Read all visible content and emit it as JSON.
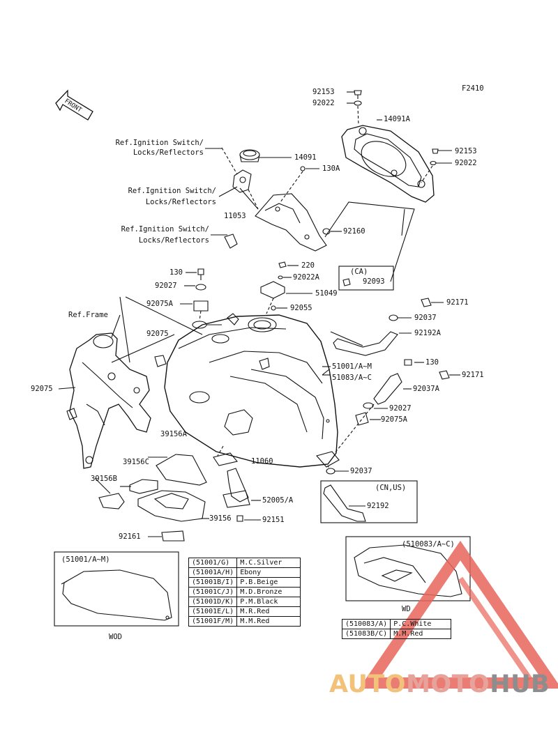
{
  "figure_code": "F2410",
  "front_label": "FRONT",
  "references": {
    "ignition_1": [
      "Ref.Ignition Switch/",
      "Locks/Reflectors"
    ],
    "ignition_2": [
      "Ref.Ignition Switch/",
      "Locks/Reflectors"
    ],
    "ignition_3": [
      "Ref.Ignition Switch/",
      "Locks/Reflectors"
    ],
    "frame": "Ref.Frame"
  },
  "callouts": {
    "p92153_top": "92153",
    "p92022_top": "92022",
    "p14091A": "14091A",
    "p92153_right": "92153",
    "p92022_right": "92022",
    "p14091": "14091",
    "p130A": "130A",
    "p11053": "11053",
    "p92160": "92160",
    "p130_left": "130",
    "p220": "220",
    "p92022A": "92022A",
    "p92027_left": "92027",
    "p51049": "51049",
    "p92075A_left": "92075A",
    "p92055": "92055",
    "p92075_mid": "92075",
    "p92075_left": "92075",
    "p92171_top": "92171",
    "p92037_top": "92037",
    "p92192A": "92192A",
    "p51001": "51001/A~M",
    "p51083": "51083/A~C",
    "p130_right": "130",
    "p92171_right": "92171",
    "p92037A": "92037A",
    "p92027_right": "92027",
    "p92075A_right": "92075A",
    "p39156A": "39156A",
    "p39156C": "39156C",
    "p39156B": "39156B",
    "p11060": "11060",
    "p92037_low": "92037",
    "p52005A": "52005/A",
    "p39156": "39156",
    "p92151": "92151",
    "p92161": "92161",
    "p92192": "92192"
  },
  "boxes": {
    "ca_label": "(CA)",
    "ca_part": "92093",
    "cnus_label": "(CN,US)",
    "wod_inset_label": "(51001/A~M)",
    "wod_caption": "WOD",
    "wd_inset_label": "(510083/A~C)",
    "wd_caption": "WD"
  },
  "color_table_1": [
    [
      "(51001/G)",
      "M.C.Silver"
    ],
    [
      "(51001A/H)",
      "Ebony"
    ],
    [
      "(51001B/I)",
      "P.B.Beige"
    ],
    [
      "(51001C/J)",
      "M.D.Bronze"
    ],
    [
      "(51001D/K)",
      "P.M.Black"
    ],
    [
      "(51001E/L)",
      "M.R.Red"
    ],
    [
      "(51001F/M)",
      "M.M.Red"
    ]
  ],
  "color_table_2": [
    [
      "(510083/A)",
      "P.C.White"
    ],
    [
      "(51083B/C)",
      "M.M.Red"
    ]
  ],
  "watermark": {
    "part1": "AUTO",
    "part2": "MOTO",
    "part3": "HUB"
  },
  "colors": {
    "line": "#111111",
    "watermark_red": "#e05a4f",
    "watermark_orange": "#f2c27a",
    "watermark_gray": "#8d8d8d"
  }
}
